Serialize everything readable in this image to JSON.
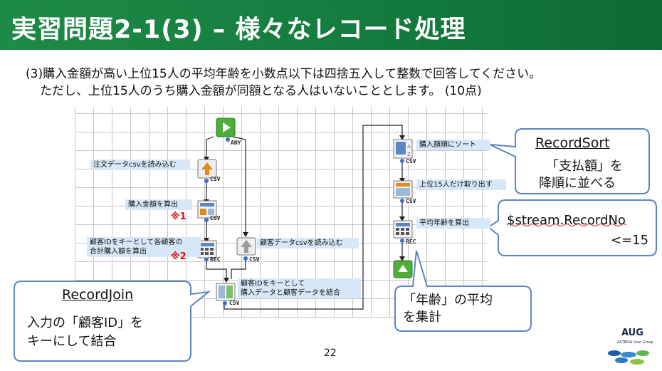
{
  "header": {
    "title": "実習問題2-1(3) – 様々なレコード処理"
  },
  "question": {
    "line1": "(3)購入金額が高い上位15人の平均年齢を小数点以下は四捨五入して整数で回答してください。",
    "line2": "ただし、上位15人のうち購入金額が同額となる人はいないこととします。 (10点)"
  },
  "flow": {
    "labels": {
      "read_orders": "注文データcsvを読み込む",
      "calc_amount": "購入金額を算出",
      "sum_by_customer_1": "顧客IDをキーとして各顧客の",
      "sum_by_customer_2": "合計購入額を算出",
      "read_customers": "顧客データcsvを読み込む",
      "join_1": "顧客IDをキーとして",
      "join_2": "購入データと顧客データを結合",
      "sort": "購入額順にソート",
      "top15": "上位15人だけ取り出す",
      "avg_age": "平均年齢を算出"
    },
    "tags": {
      "any": "ANY",
      "csv": "CSV",
      "rec": "REC"
    },
    "notes": {
      "n1": "※1",
      "n2": "※2"
    }
  },
  "callouts": {
    "record_sort": {
      "title": "RecordSort",
      "line1": "「支払額」を",
      "line2": "降順に並べる"
    },
    "record_no": {
      "line1": "$stream.RecordNo",
      "line2": "<=15"
    },
    "record_join": {
      "title": "RecordJoin",
      "line1": "入力の「顧客ID」を",
      "line2": "キーにして結合"
    },
    "avg": {
      "line1": "「年齢」の平均",
      "line2": "を集計"
    }
  },
  "footer": {
    "page_number": "22"
  },
  "logo": {
    "text": "AUG",
    "subtitle": "ASTERIA User Group"
  },
  "colors": {
    "header": "#1a8545",
    "label_bg": "#d6e8f8",
    "callout_border": "#5a86c4",
    "note": "#e01010"
  }
}
